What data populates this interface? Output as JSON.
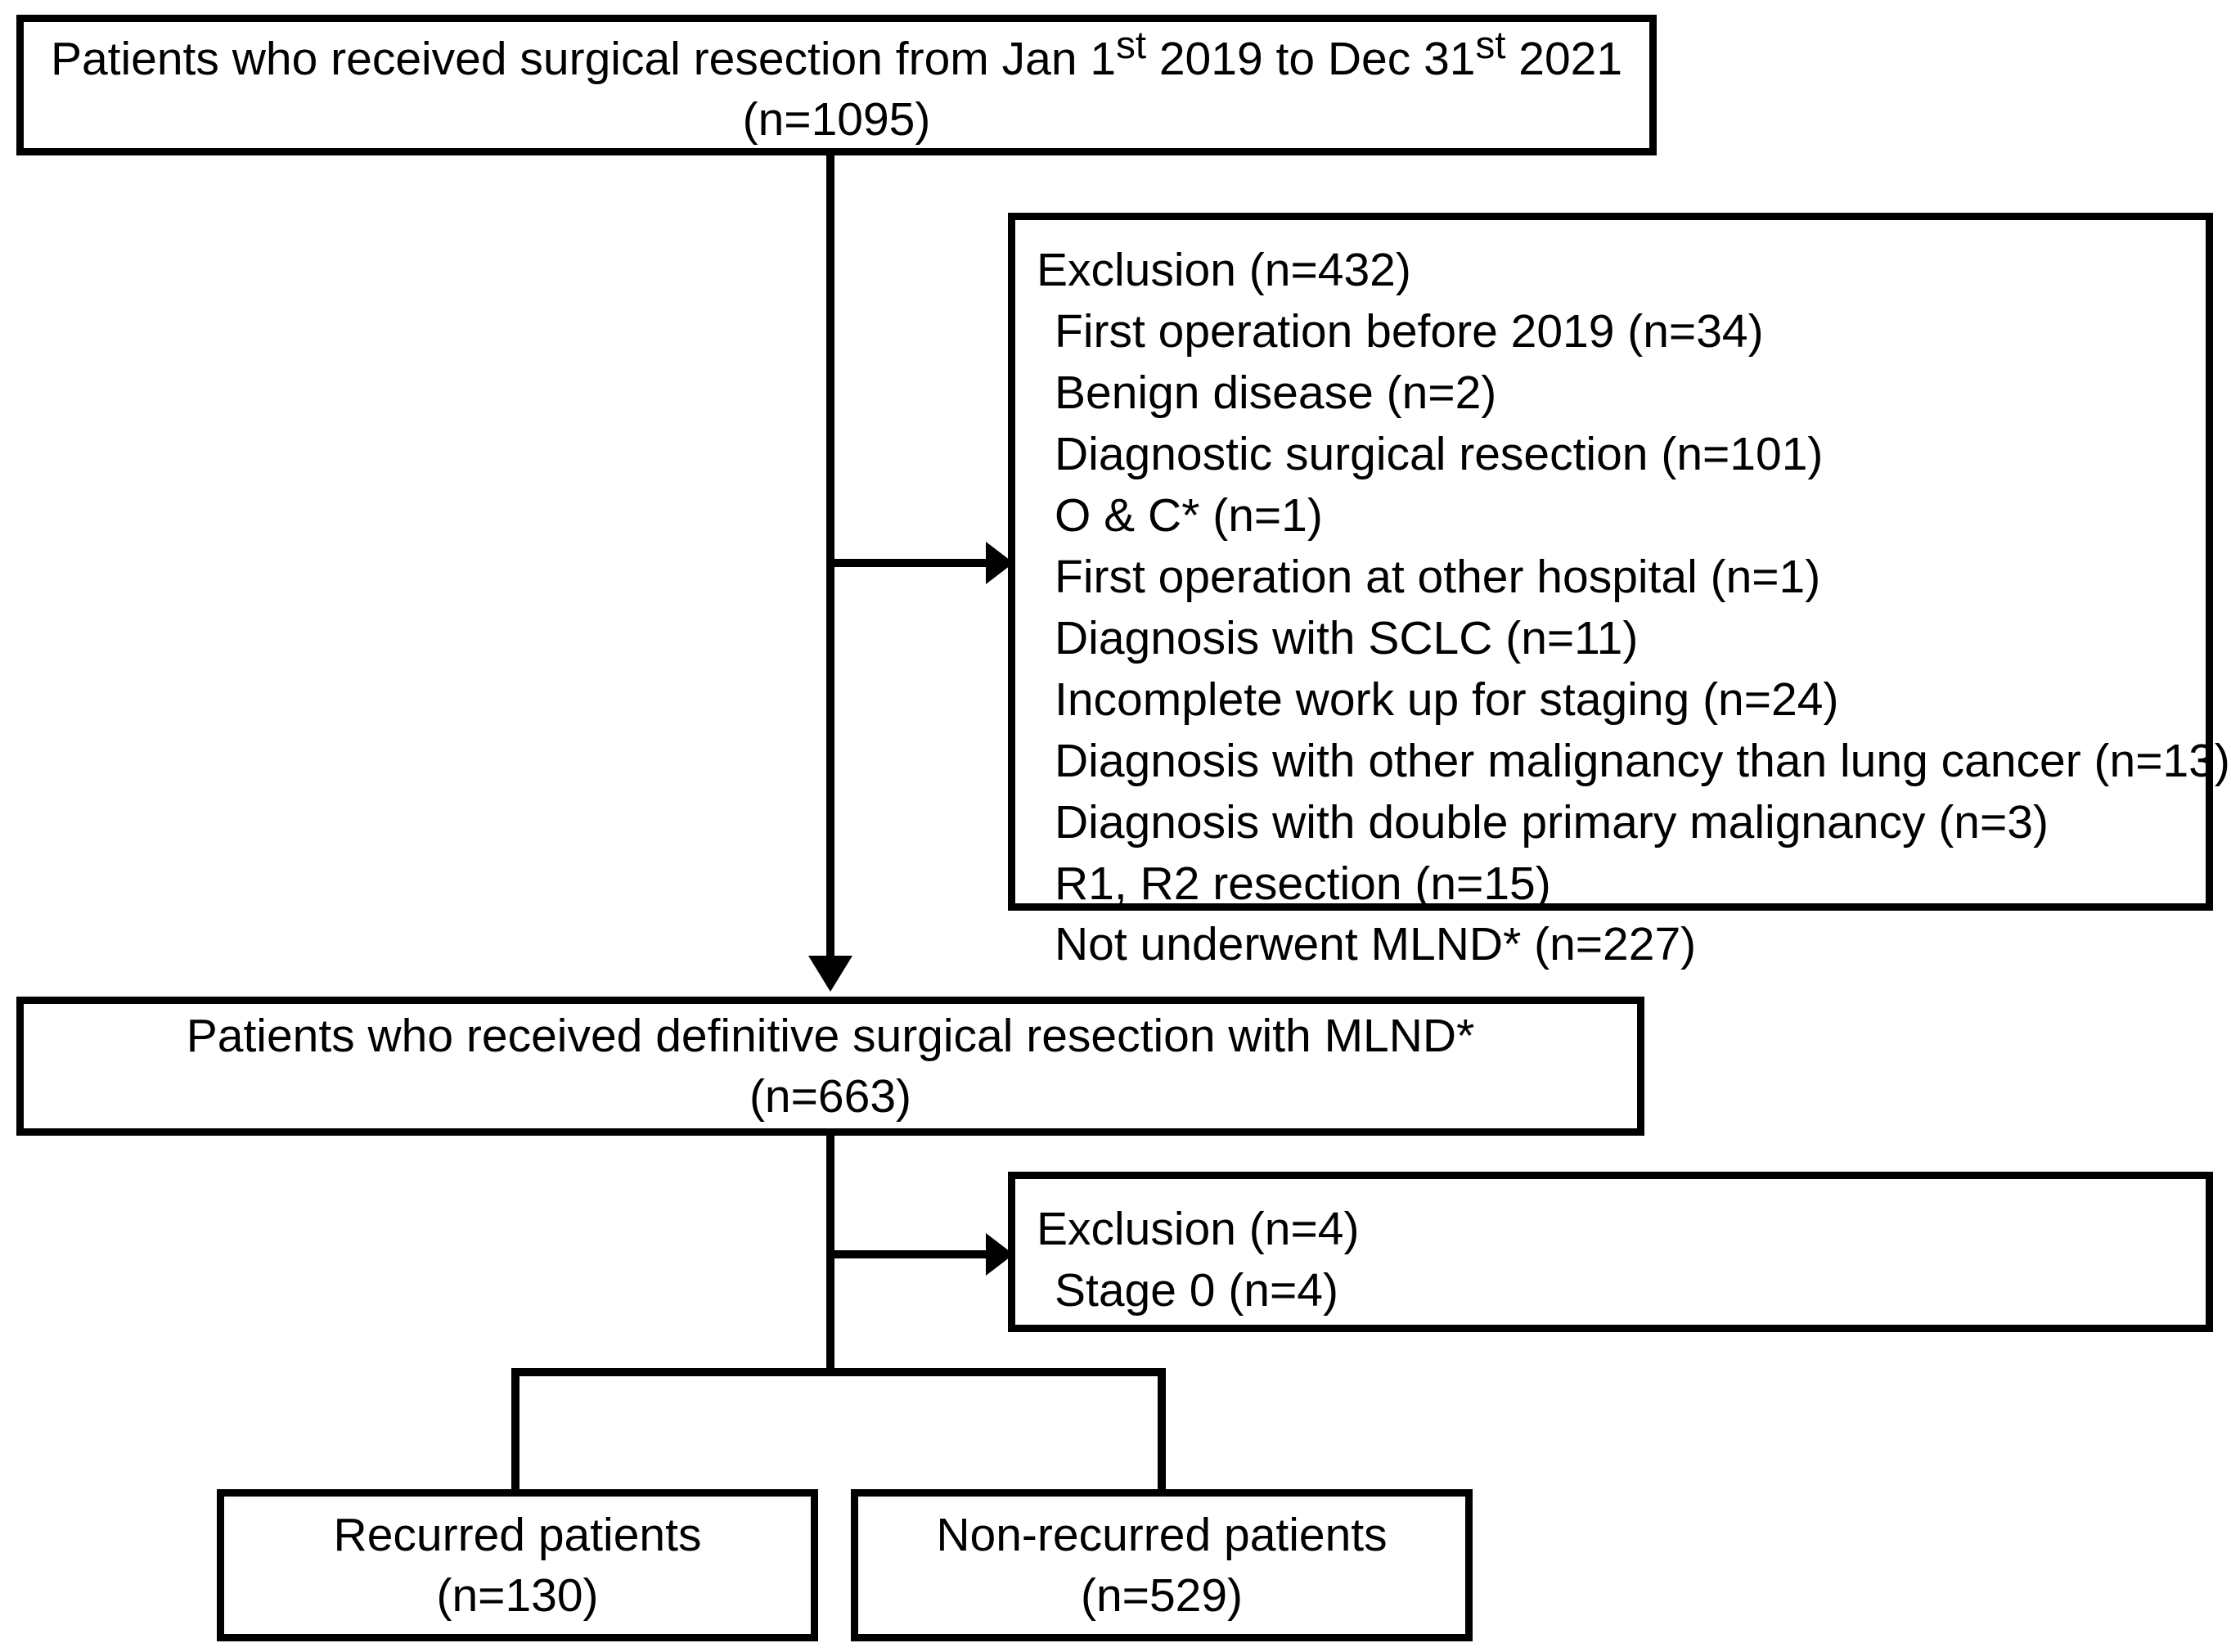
{
  "diagram": {
    "title": "Patient selection flow diagram",
    "colors": {
      "box_border": "#000000",
      "box_fill": "#ffffff",
      "connector": "#000000",
      "text": "#000000"
    },
    "nodes": {
      "top_cohort": {
        "line1_prefix": "Patients who received surgical resection from Jan 1",
        "line1_sup1": "st",
        "line1_mid": " 2019 to Dec 31",
        "line1_sup2": "st",
        "line1_suffix": " 2021",
        "line2": "(n=1095)"
      },
      "exclusion_1": {
        "heading": "Exclusion (n=432)",
        "items": [
          "First operation before 2019 (n=34)",
          "Benign disease (n=2)",
          "Diagnostic surgical resection (n=101)",
          "O & C* (n=1)",
          "First operation at other hospital (n=1)",
          "Diagnosis with SCLC (n=11)",
          "Incomplete work up for staging (n=24)",
          "Diagnosis with other malignancy than lung cancer (n=13)",
          "Diagnosis with double primary malignancy (n=3)",
          "R1, R2 resection (n=15)",
          "Not underwent MLND* (n=227)"
        ]
      },
      "mid_cohort": {
        "line1": "Patients who received definitive surgical resection with MLND*",
        "line2": "(n=663)"
      },
      "exclusion_2": {
        "heading": "Exclusion (n=4)",
        "items": [
          "Stage 0 (n=4)"
        ]
      },
      "recurred": {
        "line1": "Recurred patients",
        "line2": "(n=130)"
      },
      "non_recurred": {
        "line1": "Non-recurred patients",
        "line2": "(n=529)"
      }
    }
  }
}
